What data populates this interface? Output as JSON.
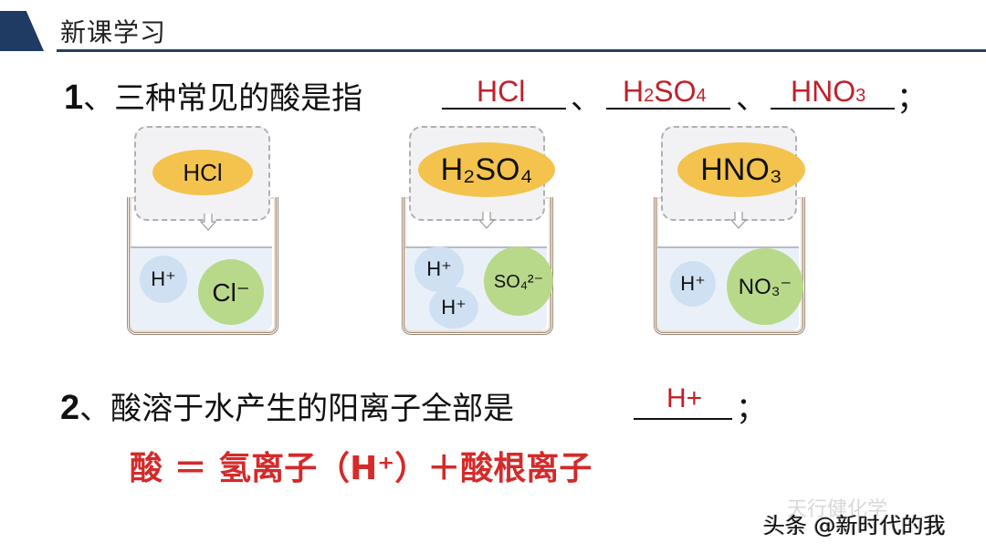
{
  "header": {
    "title": "新课学习"
  },
  "question1": {
    "number": "1",
    "text": "、三种常见的酸是指",
    "answers": [
      "HCl",
      "H2SO4",
      "HNO3"
    ],
    "separator": "、",
    "end": "；"
  },
  "beakers": [
    {
      "molecule": "HCl",
      "ions": [
        "H⁺",
        "Cl⁻"
      ]
    },
    {
      "molecule": "H₂SO₄",
      "ions": [
        "H⁺",
        "H⁺",
        "SO₄²⁻"
      ]
    },
    {
      "molecule": "HNO₃",
      "ions": [
        "H⁺",
        "NO₃⁻"
      ]
    }
  ],
  "question2": {
    "number": "2",
    "text": "、酸溶于水产生的阳离子全部是",
    "answer": "H+",
    "end": "；"
  },
  "formula": {
    "text": "酸 ＝ 氢离子（H⁺）＋酸根离子"
  },
  "watermark": {
    "faint": "天行健化学",
    "main": "头条 @新时代的我"
  },
  "colors": {
    "header_accent": "#1f3b63",
    "answer_red": "#c0202a",
    "formula_red": "#d42a2a",
    "molecule_yellow": "#f3c34e",
    "h_ion_blue": "#cfe0f3",
    "anion_green": "#b8d98a"
  }
}
